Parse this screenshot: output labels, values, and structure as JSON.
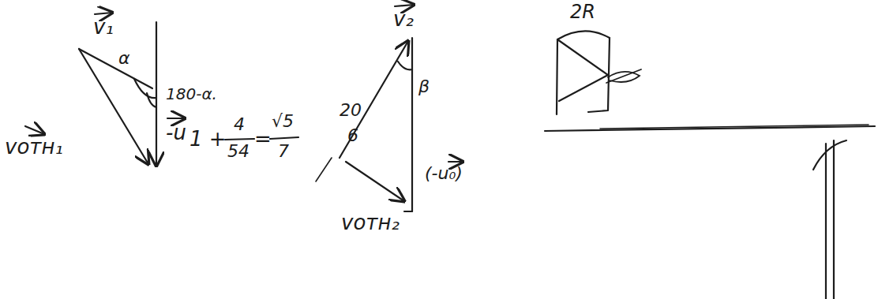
{
  "diagram": {
    "labels": [
      "v₁",
      "α",
      "180-α.",
      "vотн₁",
      "-u",
      "1 +",
      "4",
      "54",
      "=",
      "√5",
      "7",
      "6",
      "20",
      "β",
      "v₂",
      "vотн₂",
      "(-u₀)",
      "2R"
    ]
  }
}
